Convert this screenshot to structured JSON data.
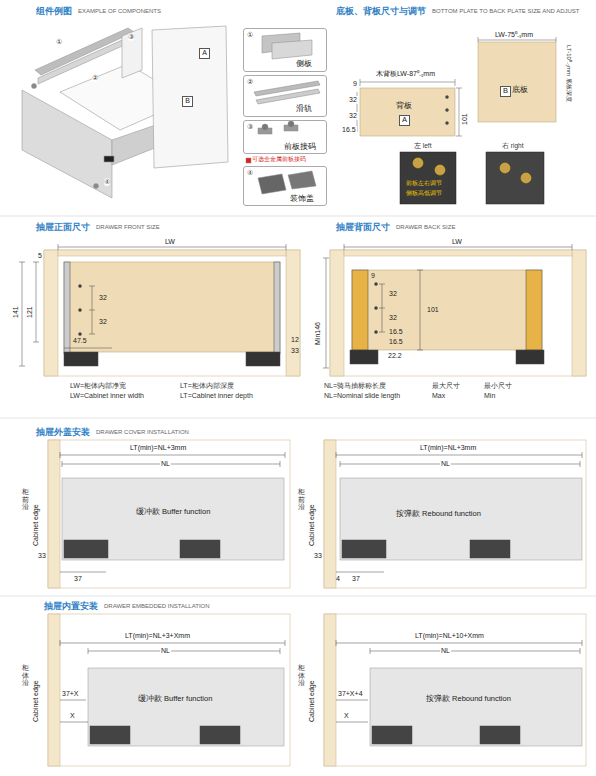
{
  "diagram": {
    "nodes": [
      {
        "text": [
          "A"
        ]
      },
      {
        "text": [
          "B"
        ]
      },
      {
        "text": [
          "①",
          "侧板"
        ]
      },
      {
        "text": [
          "②",
          "滑轨"
        ]
      },
      {
        "text": [
          "③",
          "前板接码"
        ]
      },
      {
        "text": [
          "④",
          "装饰盖"
        ]
      },
      {
        "text": [
          "背板",
          "A"
        ]
      },
      {
        "text": [
          "B",
          "底板"
        ]
      },
      {
        "text": [
          "左 left",
          "前板左右调节",
          "侧板高低调节"
        ]
      },
      {
        "text": [
          "右 right"
        ]
      },
      {
        "text": [
          "缓冲款 Buffer function"
        ]
      },
      {
        "text": [
          "按弹款 Rebound function"
        ]
      },
      {
        "text": [
          "缓冲款 Buffer function"
        ]
      },
      {
        "text": [
          "按弹款 Rebound function"
        ]
      }
    ],
    "labels": [
      "组件例图",
      "EXAMPLE OF COMPONENTS",
      "①",
      "②",
      "③",
      "④",
      "可选全金属前板接码",
      "底板、背板尺寸与调节",
      "BOTTOM PLATE TO BACK PLATE SIZE AND ADJUST",
      "木背板LW-87⁰₋₁mm",
      "9",
      "32",
      "32",
      "16.5",
      "101",
      "LW-75⁰₋₁mm",
      "LT-10⁰₋₁mm 底板深度",
      "抽屉正面尺寸",
      "DRAWER FRONT SIZE",
      "LW",
      "5",
      "141",
      "121",
      "32",
      "32",
      "47.5",
      "12",
      "33",
      "抽屉背面尺寸",
      "DRAWER BACK SIZE",
      "LW",
      "9",
      "Min146",
      "32",
      "32",
      "101",
      "16.5",
      "16.5",
      "22.2",
      "LW=柜体内部净宽",
      "LW=Cabinet inner width",
      "LT=柜体内部深度",
      "LT=Cabinet inner depth",
      "NL=骑马抽标称长度",
      "NL=Nominal slide length",
      "最大尺寸",
      "Max",
      "最小尺寸",
      "Min",
      "抽屉外盖安装",
      "DRAWER COVER INSTALLATION",
      "LT(min)=NL+3mm",
      "NL",
      "柜前沿",
      "Cabinet edge",
      "33",
      "37",
      "LT(min)=NL+3mm",
      "NL",
      "柜前沿",
      "Cabinet edge",
      "33",
      "4",
      "37",
      "抽屉内置安装",
      "DRAWER EMBEDDED INSTALLATION",
      "LT(min)=NL+3+Xmm",
      "NL",
      "柜体沿",
      "Cabinet edge",
      "37+X",
      "X",
      "LT(min)=NL+10+Xmm",
      "NL",
      "柜体沿",
      "Cabinet edge",
      "37+X+4",
      "X"
    ]
  }
}
